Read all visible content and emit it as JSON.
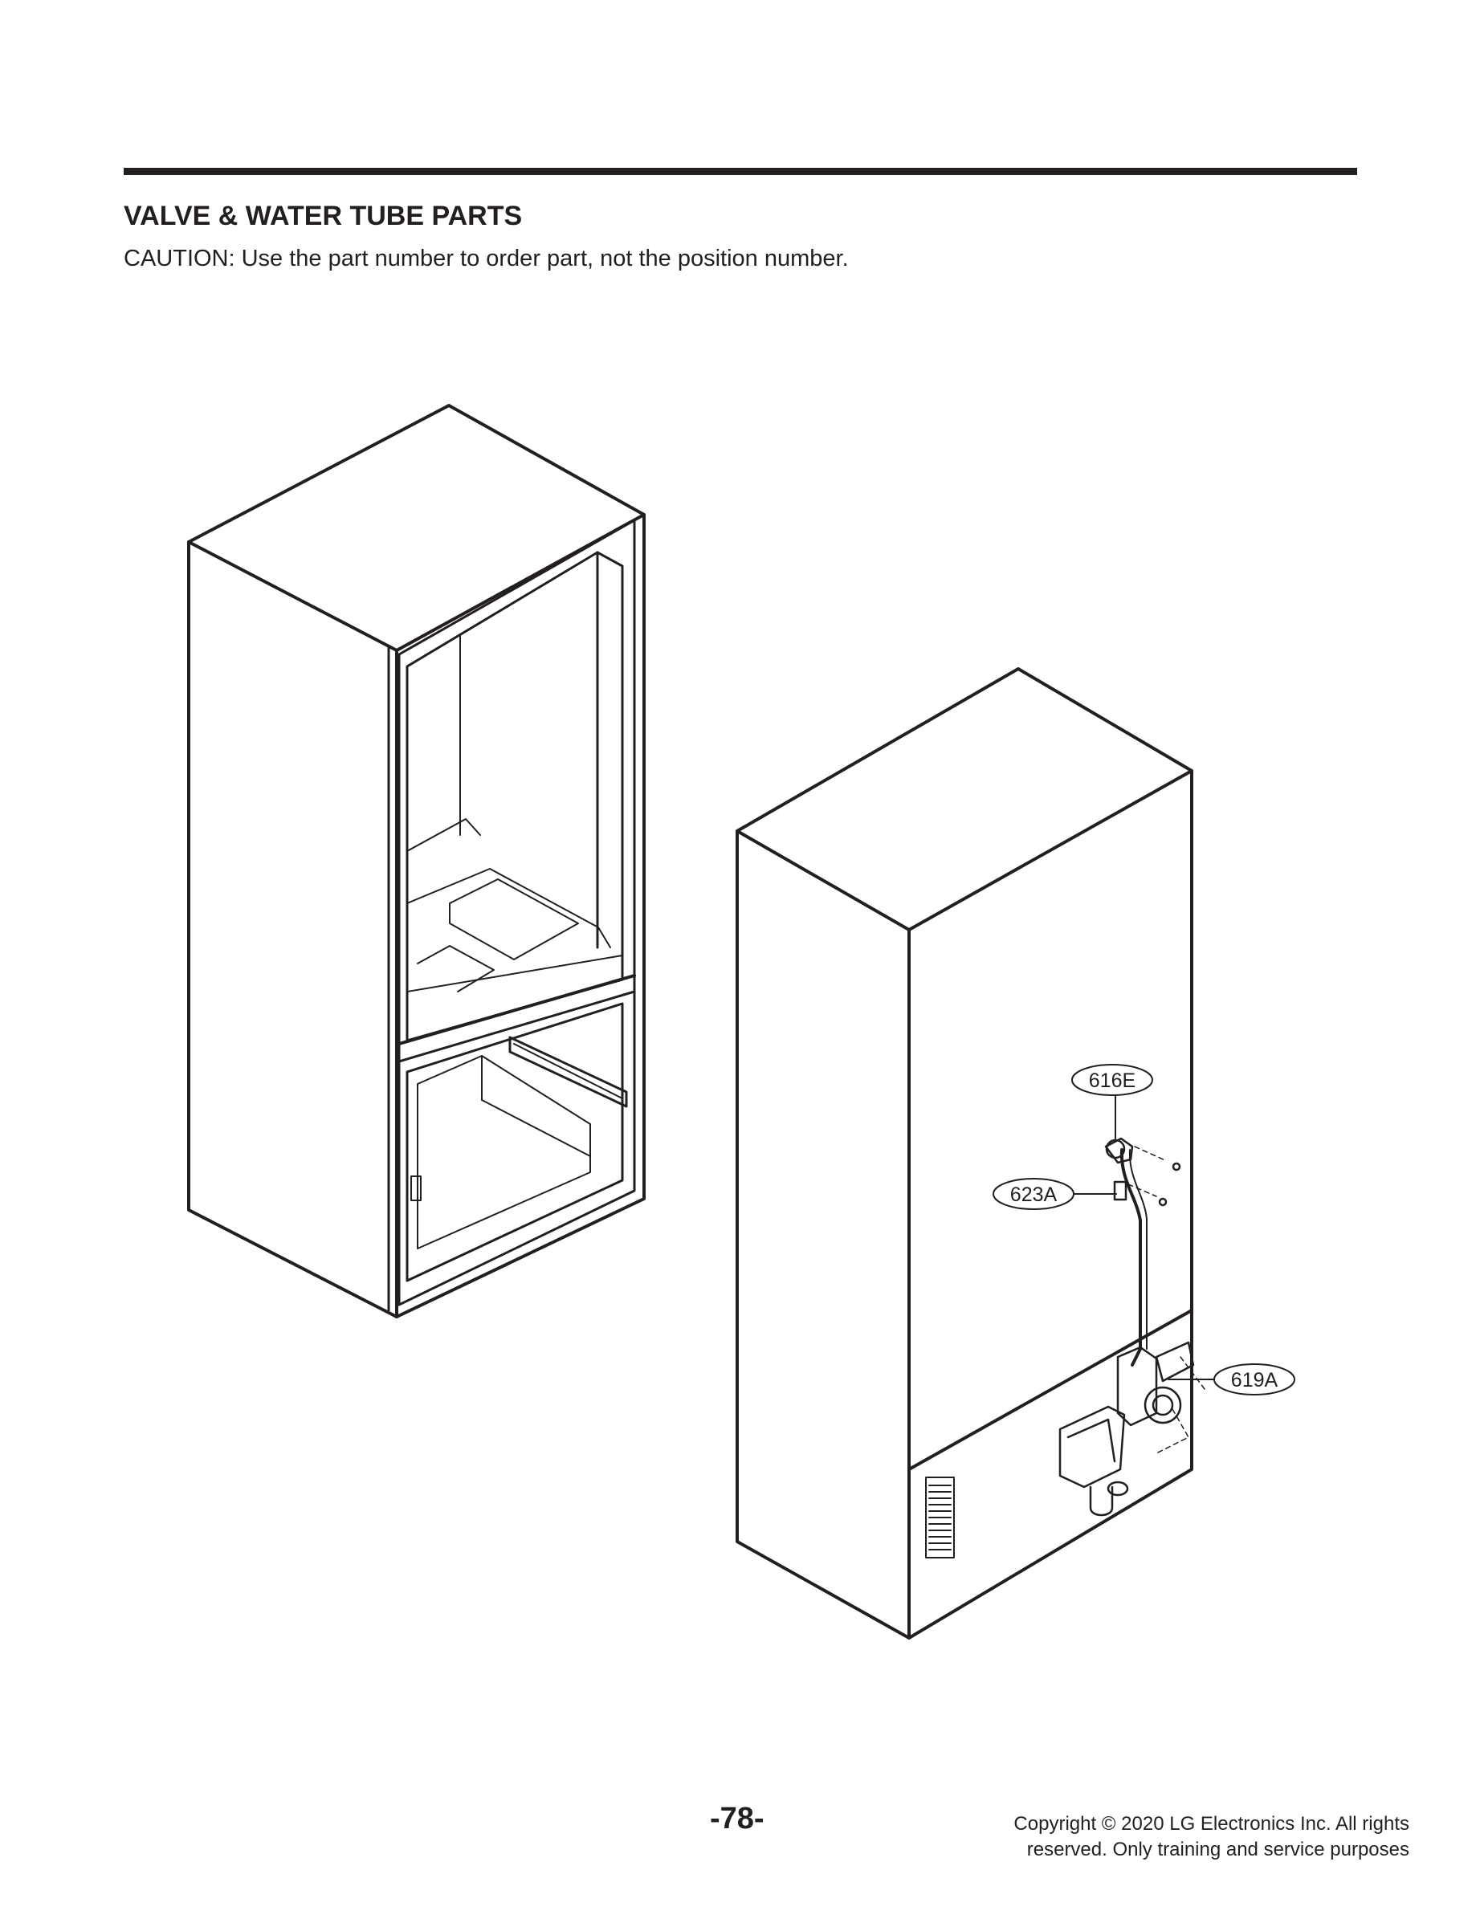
{
  "header": {
    "title": "VALVE & WATER TUBE PARTS",
    "caution": "CAUTION: Use the part number to order part, not the position number."
  },
  "diagram": {
    "callouts": [
      {
        "id": "616E",
        "text": "616E"
      },
      {
        "id": "623A",
        "text": "623A"
      },
      {
        "id": "619A",
        "text": "619A"
      }
    ]
  },
  "footer": {
    "page_number": "-78-",
    "copyright_line1": "Copyright © 2020 LG Electronics Inc. All rights",
    "copyright_line2": "reserved. Only training and service purposes"
  }
}
